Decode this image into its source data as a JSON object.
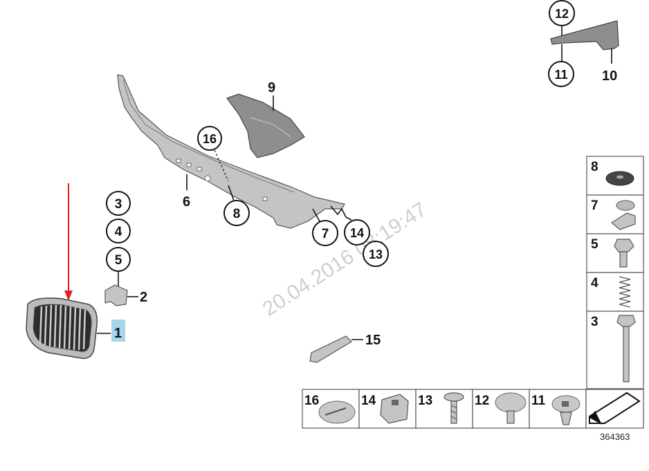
{
  "diagram": {
    "ref_number": "364363",
    "watermark": "20.04.2016 08:19:47",
    "callouts": {
      "c1": "1",
      "c2": "2",
      "c3": "3",
      "c4": "4",
      "c5": "5",
      "c6": "6",
      "c7": "7",
      "c8": "8",
      "c9": "9",
      "c10": "10",
      "c11": "11",
      "c12": "12",
      "c13": "13",
      "c14": "14",
      "c15": "15",
      "c16": "16"
    },
    "side_panel": [
      "8",
      "7",
      "5",
      "4",
      "3"
    ],
    "bottom_panel": [
      "16",
      "14",
      "13",
      "12",
      "11"
    ],
    "colors": {
      "highlight": "#a8d4ee",
      "arrow": "#e02020"
    }
  }
}
